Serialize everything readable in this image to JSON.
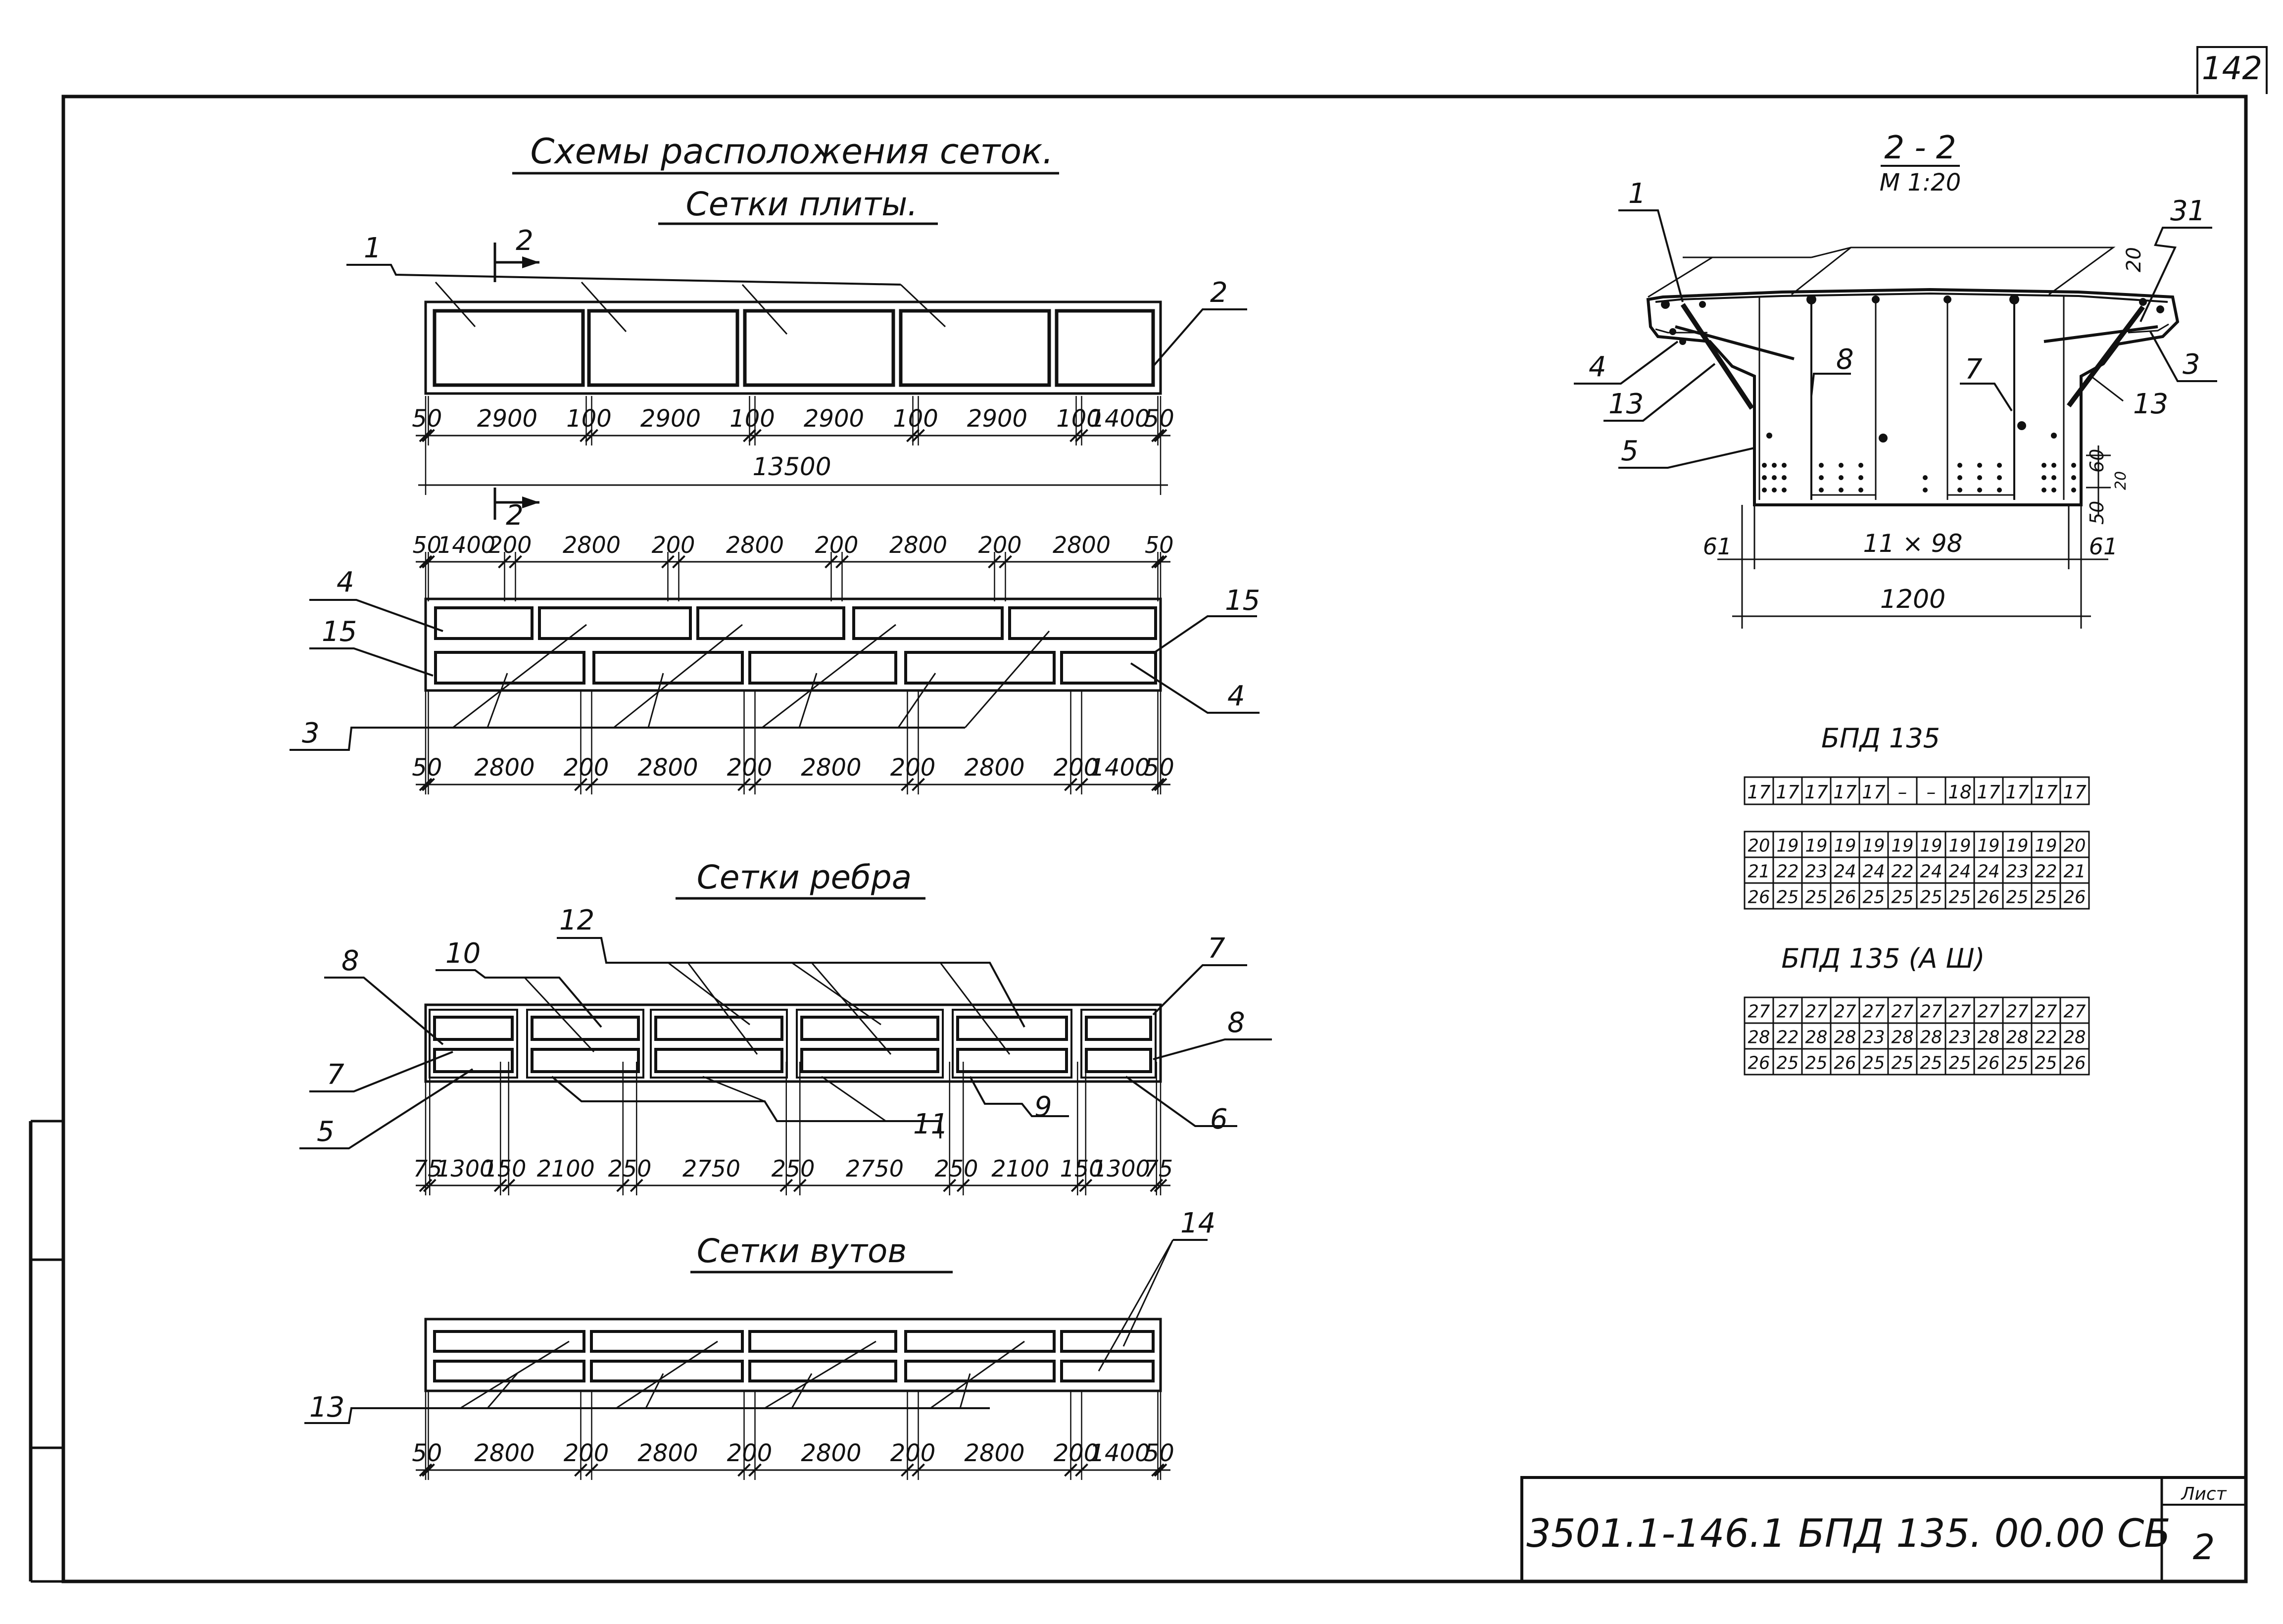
{
  "sheet": {
    "page_number": "142",
    "title": "Схемы расположения сеток.",
    "cipher": "3501.1-146.1 БПД 135. 00.00 СБ",
    "sheet_label": "Лист",
    "sheet_no": "2"
  },
  "slab": {
    "title": "Сетки плиты.",
    "section_mark": "2",
    "top": {
      "dims": [
        "50",
        "2900",
        "100",
        "2900",
        "100",
        "2900",
        "100",
        "2900",
        "100",
        "1400",
        "50"
      ],
      "total": "13500",
      "leaders": [
        "1",
        "2"
      ]
    },
    "bottom": {
      "dims_top": [
        "50",
        "1400",
        "200",
        "2800",
        "200",
        "2800",
        "200",
        "2800",
        "200",
        "2800",
        "50"
      ],
      "dims_bottom": [
        "50",
        "2800",
        "200",
        "2800",
        "200",
        "2800",
        "200",
        "2800",
        "200",
        "1400",
        "50"
      ],
      "leaders": [
        "4",
        "15",
        "15",
        "3",
        "4"
      ]
    }
  },
  "rib": {
    "title": "Сетки ребра",
    "dims": [
      "75",
      "1300",
      "150",
      "2100",
      "250",
      "2750",
      "250",
      "2750",
      "250",
      "2100",
      "150",
      "1300",
      "75"
    ],
    "leaders": [
      "8",
      "10",
      "12",
      "7",
      "8",
      "7",
      "5",
      "11",
      "9",
      "6"
    ]
  },
  "bosses": {
    "title": "Сетки вутов",
    "dims": [
      "50",
      "2800",
      "200",
      "2800",
      "200",
      "2800",
      "200",
      "2800",
      "200",
      "1400",
      "50"
    ],
    "leaders": [
      "14",
      "13"
    ]
  },
  "section": {
    "title": "2 - 2",
    "scale": "М 1:20",
    "leaders": [
      "1",
      "31",
      "20",
      "4",
      "8",
      "7",
      "3",
      "13",
      "13",
      "5",
      "60",
      "20",
      "50"
    ],
    "dims": {
      "left": "61",
      "middle": "11 × 98",
      "right": "61",
      "total": "1200"
    }
  },
  "tables": {
    "t1_title": "БПД 135",
    "t1_row1": [
      "17",
      "17",
      "17",
      "17",
      "17",
      "–",
      "–",
      "18",
      "17",
      "17",
      "17",
      "17"
    ],
    "t1_rows": [
      [
        "20",
        "19",
        "19",
        "19",
        "19",
        "19",
        "19",
        "19",
        "19",
        "19",
        "19",
        "20"
      ],
      [
        "21",
        "22",
        "23",
        "24",
        "24",
        "22",
        "24",
        "24",
        "24",
        "23",
        "22",
        "21"
      ],
      [
        "26",
        "25",
        "25",
        "26",
        "25",
        "25",
        "25",
        "25",
        "26",
        "25",
        "25",
        "26"
      ]
    ],
    "t2_title": "БПД 135 (А Ш)",
    "t2_rows": [
      [
        "27",
        "27",
        "27",
        "27",
        "27",
        "27",
        "27",
        "27",
        "27",
        "27",
        "27",
        "27"
      ],
      [
        "28",
        "22",
        "28",
        "28",
        "23",
        "28",
        "28",
        "23",
        "28",
        "28",
        "22",
        "28"
      ],
      [
        "26",
        "25",
        "25",
        "26",
        "25",
        "25",
        "25",
        "25",
        "26",
        "25",
        "25",
        "26"
      ]
    ]
  }
}
